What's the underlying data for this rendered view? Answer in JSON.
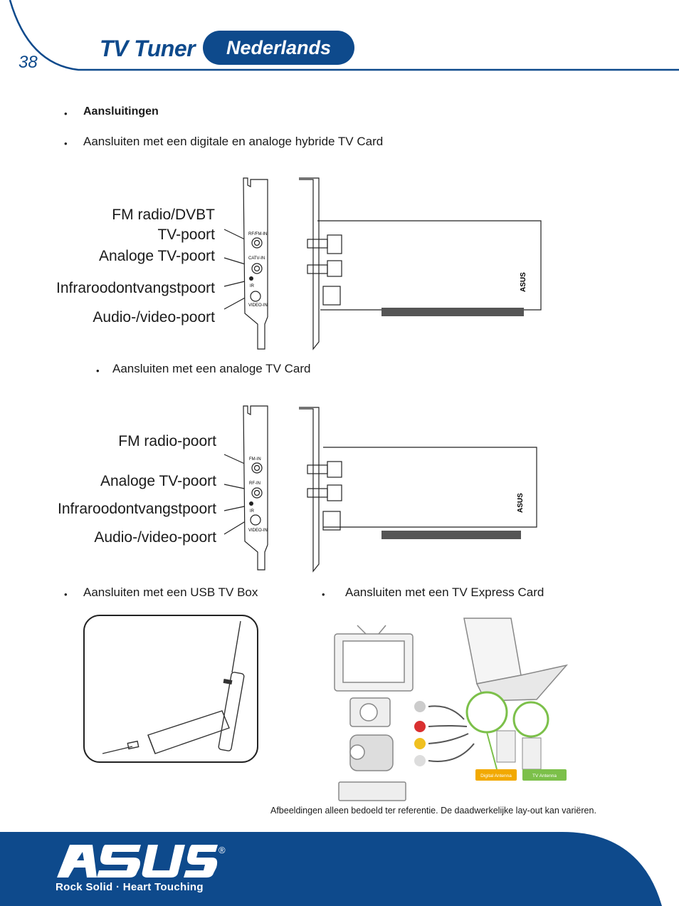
{
  "header": {
    "page_number": "38",
    "title": "TV Tuner",
    "language": "Nederlands"
  },
  "bullets": {
    "connections_heading": "Aansluitingen",
    "hybrid_card": "Aansluiten met een digitale en analoge hybride TV Card",
    "analog_card": "Aansluiten met een analoge TV Card",
    "usb_box": "Aansluiten met een USB TV Box",
    "express_card": "Aansluiten met een TV Express Card"
  },
  "figure_hybrid": {
    "labels": [
      "FM radio/DVBT",
      "TV-poort",
      "Analoge TV-poort",
      "Infraroodontvangstpoort",
      "Audio-/video-poort"
    ],
    "bracket_labels": [
      "RF/FM-IN",
      "CATV-IN",
      "IR",
      "VIDEO-IN"
    ]
  },
  "figure_analog": {
    "labels": [
      "FM radio-poort",
      "Analoge TV-poort",
      "Infraroodontvangstpoort",
      "Audio-/video-poort"
    ],
    "bracket_labels": [
      "FM-IN",
      "RF-IN",
      "IR",
      "VIDEO-IN"
    ]
  },
  "figure_express": {
    "labels": [
      "Digital Antenna",
      "TV Antenna"
    ]
  },
  "caption": "Afbeeldingen alleen bedoeld ter referentie. De daadwerkelijke lay-out kan variëren.",
  "footer": {
    "brand": "ASUS",
    "registered": "®",
    "tagline": "Rock Solid · Heart Touching"
  },
  "colors": {
    "brand_blue": "#0e4a8c",
    "antenna_green": "#7cc04a",
    "badge_orange": "#f2a900"
  }
}
